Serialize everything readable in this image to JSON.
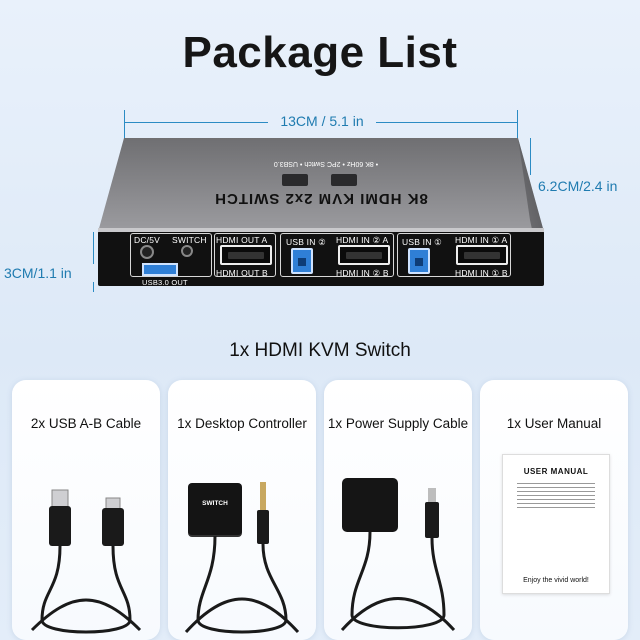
{
  "title": "Package List",
  "dimensions": {
    "length": "13CM / 5.1 in",
    "depth": "6.2CM/2.4 in",
    "height": "3CM/1.1 in"
  },
  "device": {
    "top_label": "8K HDMI KVM 2x2 SWITCH",
    "top_small": "• 8K 60Hz   • 2PC Switch   • USB3.0",
    "ports": {
      "dc": "DC/5V",
      "switch": "SWITCH",
      "usb_out": "USB3.0 OUT",
      "hdmi_out_a": "HDMI OUT A",
      "hdmi_out_b": "HDMI OUT B",
      "usb_in_2": "USB IN ②",
      "hdmi_in_2a": "HDMI IN ② A",
      "hdmi_in_2b": "HDMI IN ② B",
      "usb_in_1": "USB IN ①",
      "hdmi_in_1a": "HDMI IN ① A",
      "hdmi_in_1b": "HDMI IN ① B"
    }
  },
  "product_caption": "1x HDMI KVM Switch",
  "items": [
    {
      "label": "2x USB A-B Cable",
      "icon": "usb-cable-icon"
    },
    {
      "label": "1x Desktop Controller",
      "icon": "desktop-controller-icon",
      "button_text": "SWITCH"
    },
    {
      "label": "1x Power Supply Cable",
      "icon": "power-supply-icon"
    },
    {
      "label": "1x User Manual",
      "icon": "manual-icon",
      "manual_title": "USER MANUAL",
      "manual_footer": "Enjoy the vivid world!"
    }
  ]
}
